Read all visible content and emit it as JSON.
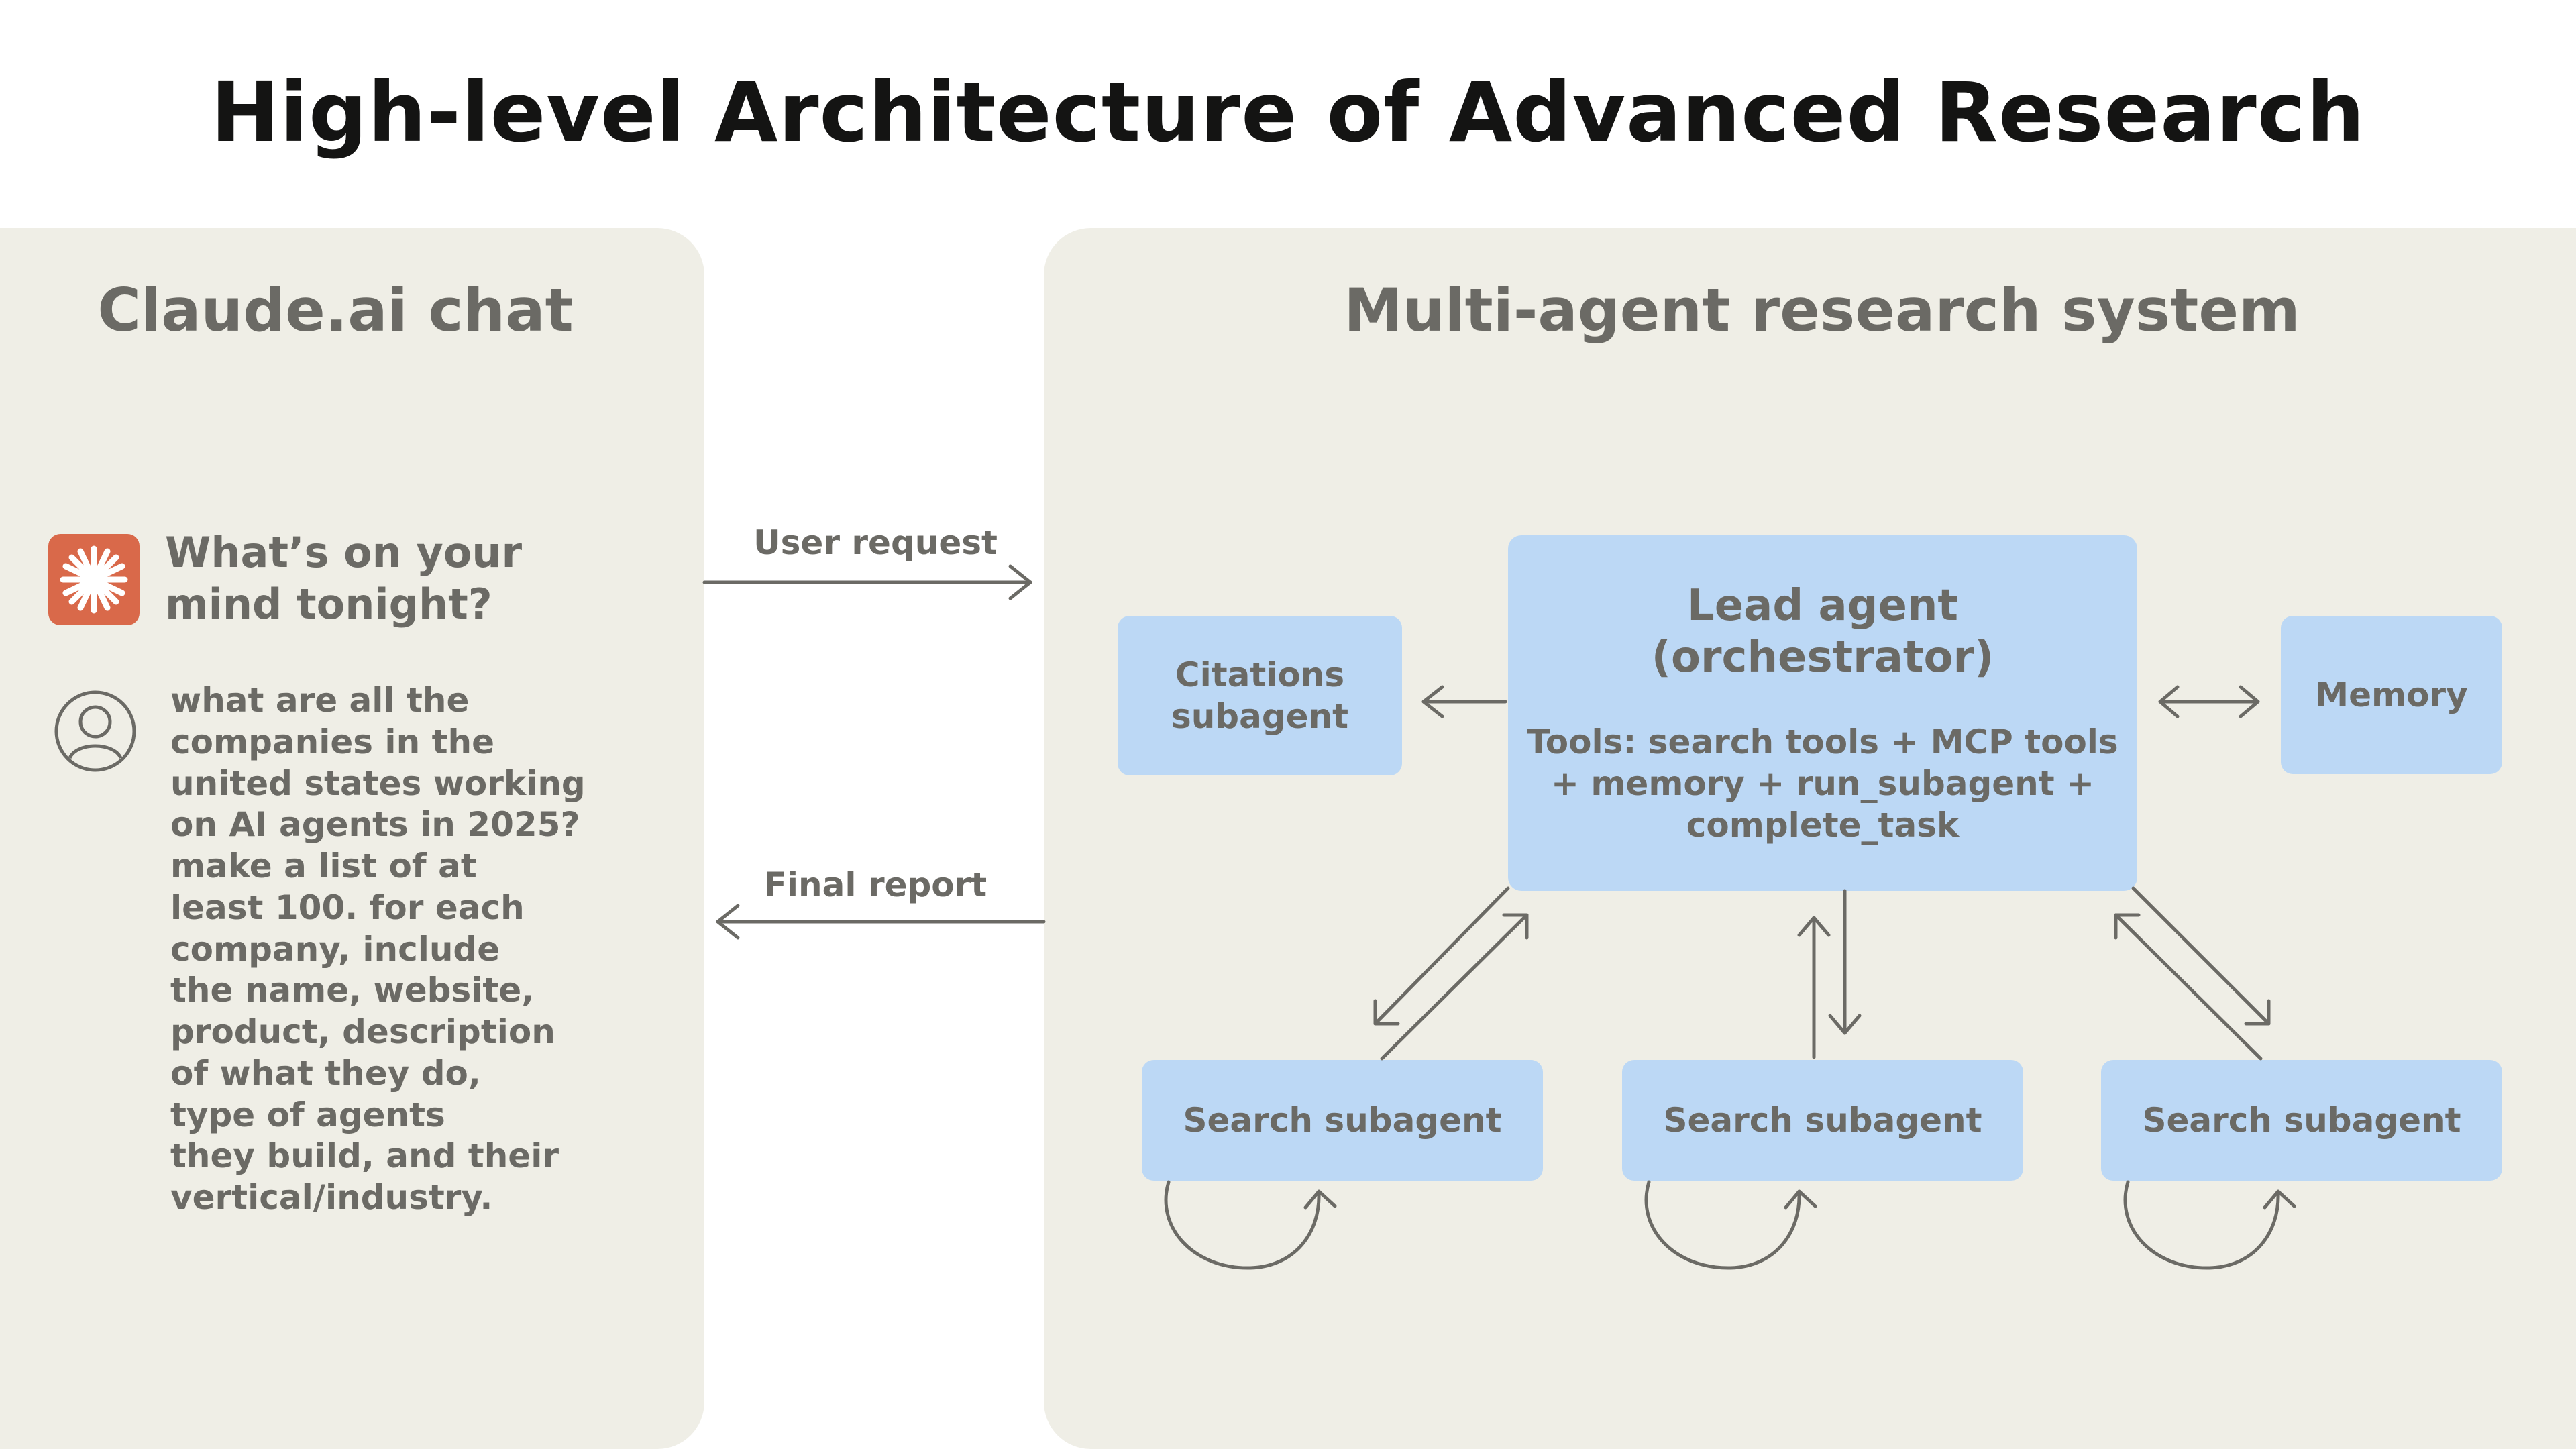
{
  "title": "High-level Architecture of Advanced Research",
  "left_panel": {
    "title": "Claude.ai chat",
    "prompt": "What’s on your mind tonight?",
    "user_message": "what are all the\ncompanies in the\nunited states working\non AI agents in 2025?\nmake a list of at\nleast 100. for each\ncompany, include\nthe name, website,\nproduct, description\nof what they do,\ntype of agents\nthey build, and their\nvertical/industry."
  },
  "right_panel": {
    "title": "Multi-agent research system",
    "lead_agent": {
      "title": "Lead agent\n(orchestrator)",
      "tools": "Tools: search tools + MCP tools\n+ memory + run_subagent +\ncomplete_task"
    },
    "citations": "Citations\nsubagent",
    "memory": "Memory",
    "search_subagents": [
      "Search subagent",
      "Search subagent",
      "Search subagent"
    ]
  },
  "arrows": {
    "user_request": "User request",
    "final_report": "Final report"
  },
  "colors": {
    "panel_bg": "#efeee6",
    "box_bg": "#bcd8f5",
    "text": "#6b6a65",
    "title": "#141413",
    "claude_icon_bg": "#d9694a",
    "line": "#6b6a65"
  },
  "icons": {
    "claude": "claude-asterisk-icon",
    "user": "user-avatar-icon"
  }
}
